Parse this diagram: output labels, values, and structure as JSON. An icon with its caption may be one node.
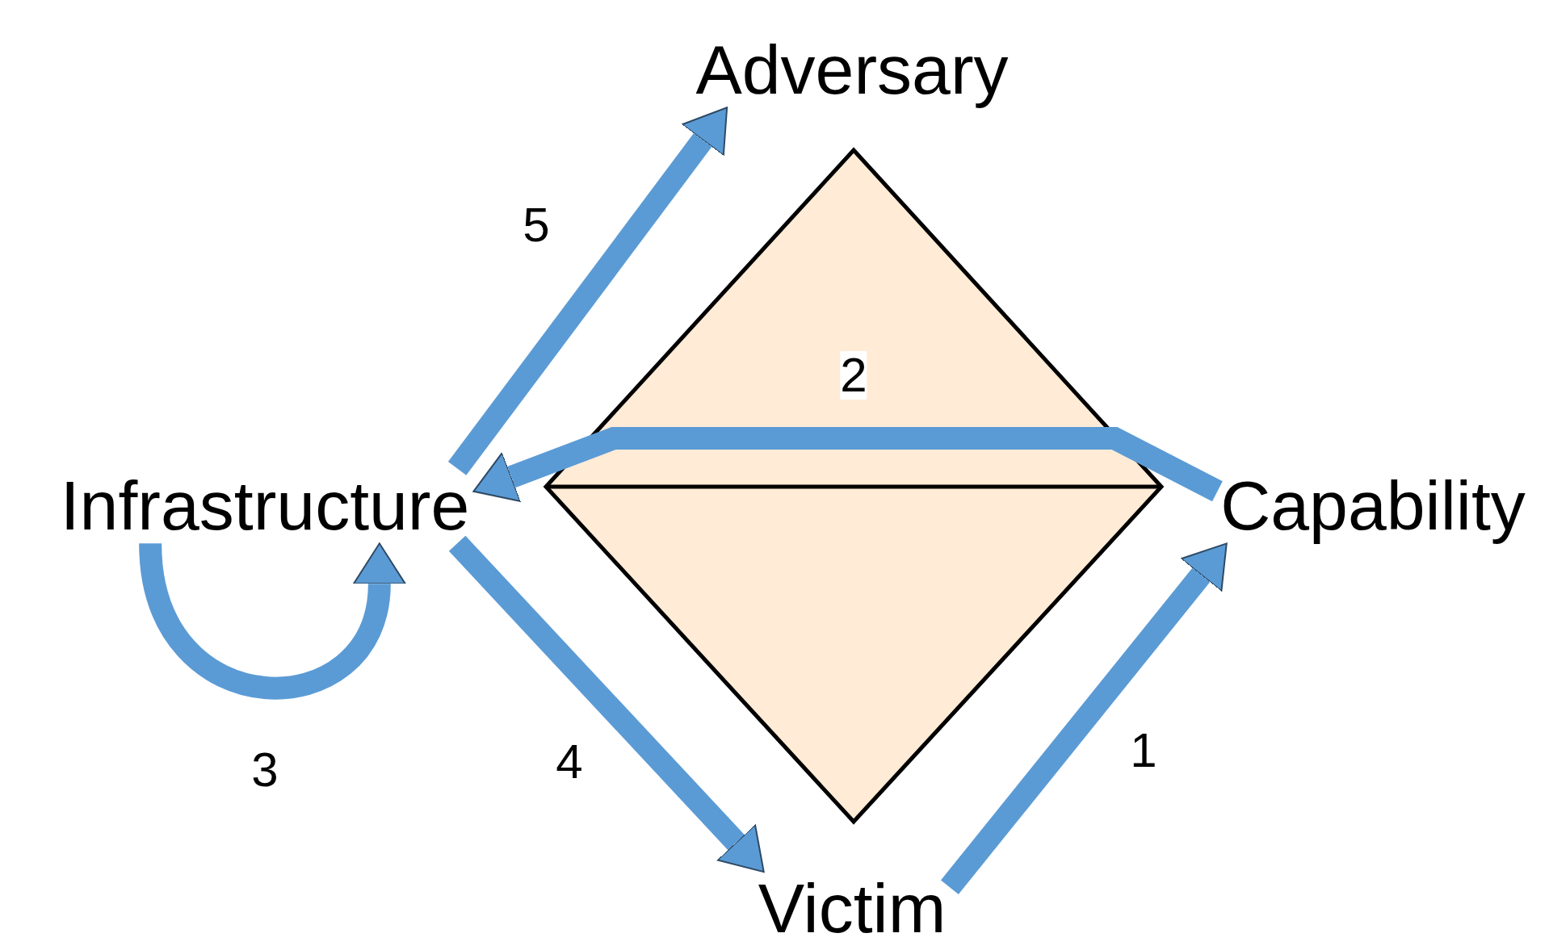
{
  "diagram": {
    "nodes": [
      {
        "text": [
          "Adversary"
        ]
      },
      {
        "text": [
          "Infrastructure"
        ]
      },
      {
        "text": [
          "Capability"
        ]
      },
      {
        "text": [
          "Victim"
        ]
      }
    ],
    "edges": [
      {
        "from": 3,
        "to": 2,
        "arrow": "to",
        "label": "1"
      },
      {
        "from": 2,
        "to": 1,
        "arrow": "to",
        "label": "2"
      },
      {
        "from": 1,
        "to": 1,
        "arrow": "to",
        "label": "3"
      },
      {
        "from": 1,
        "to": 3,
        "arrow": "to",
        "label": "4"
      },
      {
        "from": 1,
        "to": 0,
        "arrow": "to",
        "label": "5"
      }
    ]
  }
}
